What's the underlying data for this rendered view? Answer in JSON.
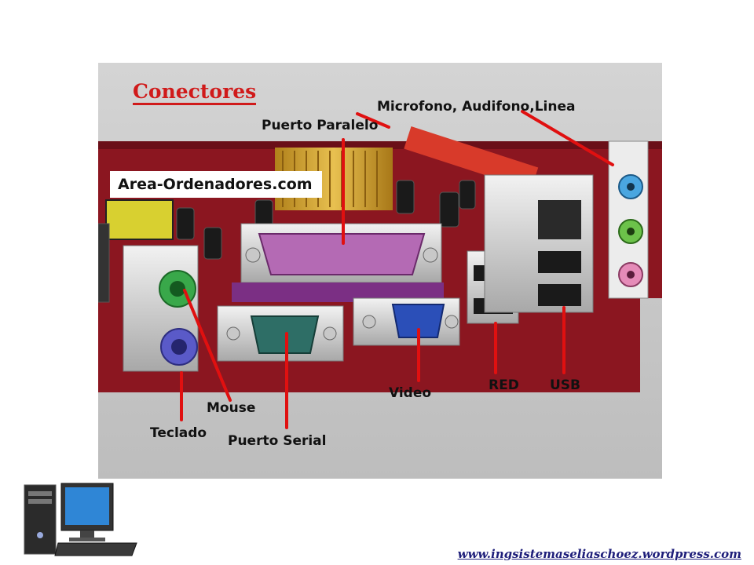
{
  "slide": {
    "title": "Conectores",
    "watermark": "Area-Ordenadores.com",
    "footer_link": "www.ingsistemaseliaschoez.wordpress.com"
  },
  "labels": {
    "audio": "Microfono, Audifono,Linea",
    "parallel": "Puerto Paralelo",
    "mouse": "Mouse",
    "keyboard": "Teclado",
    "serial": "Puerto Serial",
    "video": "Video",
    "network": "RED",
    "usb": "USB"
  },
  "colors": {
    "title": "#d01a1a",
    "pointer_lines": "#e01010",
    "board": "#8b1620",
    "ps2_mouse": "#39a84a",
    "ps2_keyboard": "#5a5ac8",
    "parallel_port": "#b46ab4",
    "serial_port": "#2e6e66",
    "vga_port": "#2b4fb8",
    "audio_blue": "#4aa6e0",
    "audio_green": "#6cc24a",
    "audio_pink": "#e58bb8"
  }
}
